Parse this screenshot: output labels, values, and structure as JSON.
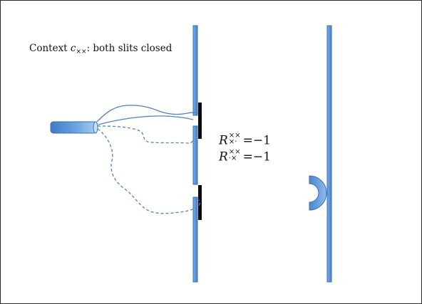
{
  "context": {
    "prefix": "Context ",
    "symbol": "c",
    "subscript": "××",
    "suffix": ": both slits closed"
  },
  "equations": [
    {
      "symbol": "R",
      "sup": "××",
      "sub": "×·",
      "relation": "=",
      "value": "−1"
    },
    {
      "symbol": "R",
      "sup": "××",
      "sub": "·×",
      "relation": "=",
      "value": "−1"
    }
  ],
  "colors": {
    "barrier_fill": "#5b95d6",
    "barrier_stroke": "#3c6fb0",
    "shutter": "#0b0b0b",
    "path": "#4f82c2",
    "frame": "#2b2b2b"
  }
}
